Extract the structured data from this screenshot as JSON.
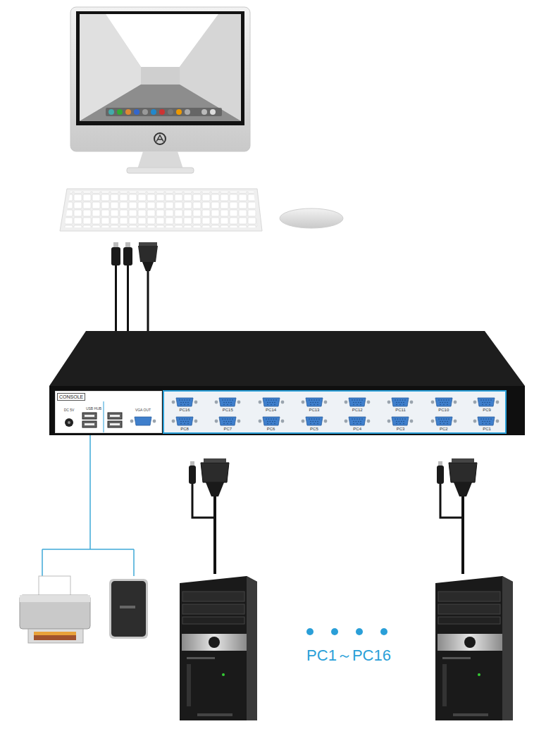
{
  "diagram": {
    "nodes": [
      {
        "text": [
          "CONSOLE"
        ]
      }
    ],
    "labels": [
      "DC 5V",
      "USB HUB",
      "VGA OUT",
      "PC16",
      "PC15",
      "PC14",
      "PC13",
      "PC12",
      "PC11",
      "PC10",
      "PC9",
      "PC8",
      "PC7",
      "PC6",
      "PC5",
      "PC4",
      "PC3",
      "PC2",
      "PC1",
      "PC1～PC16"
    ]
  }
}
